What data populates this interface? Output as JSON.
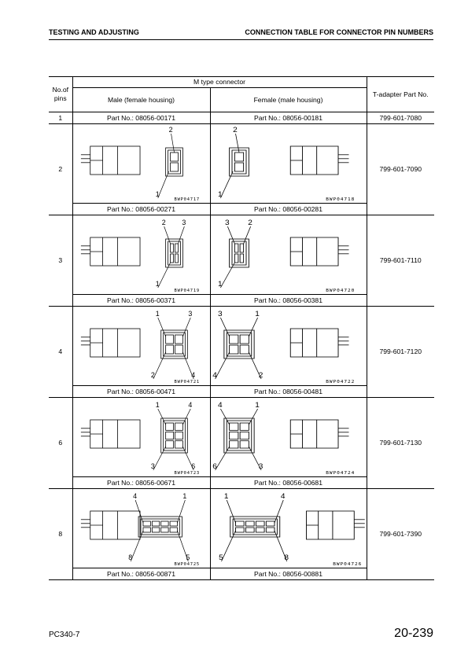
{
  "header": {
    "left": "TESTING AND ADJUSTING",
    "right": "CONNECTION TABLE FOR CONNECTOR PIN NUMBERS"
  },
  "table": {
    "col_pins": "No.of pins",
    "group": "M type connector",
    "col_male": "Male (female housing)",
    "col_female": "Female (male housing)",
    "col_tadapter": "T-adapter Part No.",
    "first_row": {
      "pins": "1",
      "male": "Part No.: 08056-00171",
      "female": "Part No.: 08056-00181",
      "tadapter": "799-601-7080"
    },
    "rows": [
      {
        "pins": "2",
        "tadapter": "799-601-7090",
        "male_code": "BWP04717",
        "female_code": "BWP04718",
        "male_part": "Part No.: 08056-00271",
        "female_part": "Part No.: 08056-00281",
        "male_labels": [
          "2",
          "1"
        ],
        "female_labels": [
          "2",
          "1"
        ]
      },
      {
        "pins": "3",
        "tadapter": "799-601-7110",
        "male_code": "BWP04719",
        "female_code": "BWP04720",
        "male_part": "Part No.: 08056-00371",
        "female_part": "Part No.: 08056-00381",
        "male_labels": [
          "2",
          "3",
          "1"
        ],
        "female_labels": [
          "3",
          "2",
          "1"
        ]
      },
      {
        "pins": "4",
        "tadapter": "799-601-7120",
        "male_code": "BWP04721",
        "female_code": "BWP04722",
        "male_part": "Part No.: 08056-00471",
        "female_part": "Part No.: 08056-00481",
        "male_labels": [
          "1",
          "3",
          "2",
          "4"
        ],
        "female_labels": [
          "3",
          "1",
          "4",
          "2"
        ]
      },
      {
        "pins": "6",
        "tadapter": "799-601-7130",
        "male_code": "BWP04723",
        "female_code": "BWP04724",
        "male_part": "Part No.: 08056-00671",
        "female_part": "Part No.: 08056-00681",
        "male_labels": [
          "1",
          "4",
          "3",
          "6"
        ],
        "female_labels": [
          "4",
          "1",
          "6",
          "3"
        ]
      },
      {
        "pins": "8",
        "tadapter": "799-601-7390",
        "male_code": "BWP04725",
        "female_code": "BWP04726",
        "male_part": "Part No.: 08056-00871",
        "female_part": "Part No.: 08056-00881",
        "male_labels": [
          "4",
          "1",
          "8",
          "5"
        ],
        "female_labels": [
          "1",
          "4",
          "5",
          "8"
        ]
      }
    ]
  },
  "footer": {
    "model": "PC340-7",
    "page": "20-239"
  }
}
